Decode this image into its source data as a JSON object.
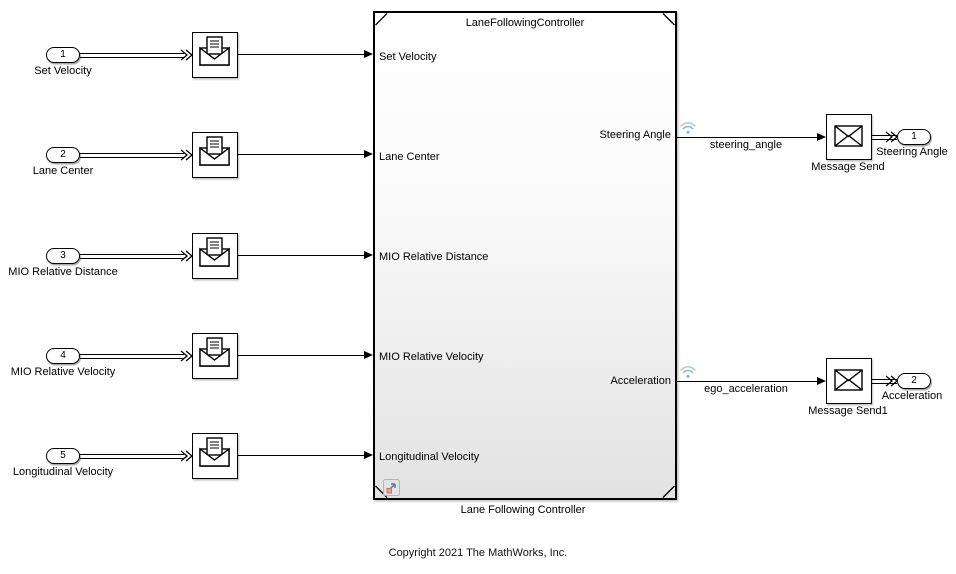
{
  "inputs": [
    {
      "port": "1",
      "label": "Set Velocity"
    },
    {
      "port": "2",
      "label": "Lane Center"
    },
    {
      "port": "3",
      "label": "MIO Relative Distance"
    },
    {
      "port": "4",
      "label": "MIO Relative Velocity"
    },
    {
      "port": "5",
      "label": "Longitudinal Velocity"
    }
  ],
  "controller": {
    "title": "LaneFollowingController",
    "caption": "Lane Following Controller",
    "in_ports": [
      "Set Velocity",
      "Lane Center",
      "MIO Relative Distance",
      "MIO Relative Velocity",
      "Longitudinal Velocity"
    ],
    "out_ports": [
      "Steering Angle",
      "Acceleration"
    ]
  },
  "outputs": [
    {
      "signal": "steering_angle",
      "send_label": "Message Send",
      "port": "1",
      "label": "Steering Angle"
    },
    {
      "signal": "ego_acceleration",
      "send_label": "Message Send1",
      "port": "2",
      "label": "Acceleration"
    }
  ],
  "footer": {
    "copyright": "Copyright 2021 The MathWorks, Inc."
  },
  "icons": {
    "receive_block": "open-envelope-with-letter",
    "send_block": "closed-envelope",
    "stream_badge": "wifi-signal",
    "controller_badge": "model-reference-arrow"
  },
  "colors": {
    "line": "#000000",
    "block_fill": "#ffffff",
    "controller_gradient_end": "#e2e2e2",
    "stream_badge_blue": "#8cb4da",
    "badge_arrow_blue": "#4d7ba8",
    "badge_square_orange": "#e2a294"
  }
}
